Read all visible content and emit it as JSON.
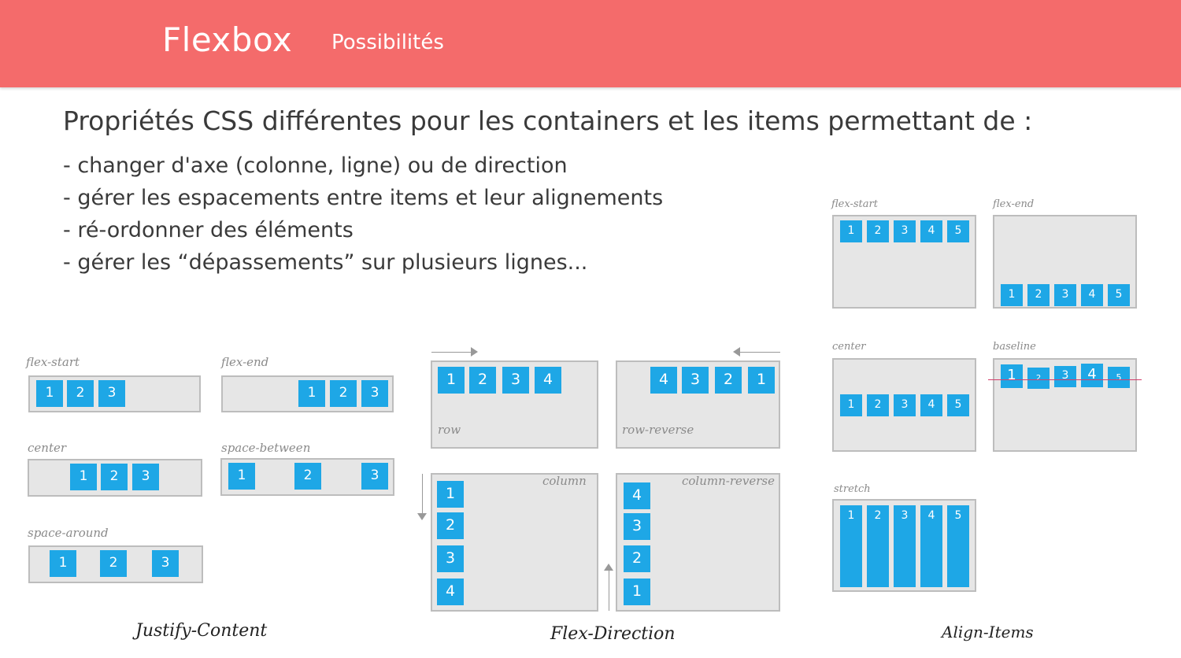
{
  "header": {
    "title": "Flexbox",
    "subtitle": "Possibilités"
  },
  "intro": "Propriétés CSS différentes pour les containers et les items permettant de :",
  "bullets": [
    "- changer d'axe (colonne, ligne) ou de direction",
    "- gérer les espacements entre items et leur alignements",
    "- ré-ordonner des éléments",
    "- gérer les “dépassements” sur plusieurs lignes..."
  ],
  "justify_content": {
    "caption": "Justify-Content",
    "examples": [
      {
        "label": "flex-start",
        "items": [
          "1",
          "2",
          "3"
        ]
      },
      {
        "label": "flex-end",
        "items": [
          "1",
          "2",
          "3"
        ]
      },
      {
        "label": "center",
        "items": [
          "1",
          "2",
          "3"
        ]
      },
      {
        "label": "space-between",
        "items": [
          "1",
          "2",
          "3"
        ]
      },
      {
        "label": "space-around",
        "items": [
          "1",
          "2",
          "3"
        ]
      }
    ]
  },
  "flex_direction": {
    "caption": "Flex-Direction",
    "examples": [
      {
        "label": "row",
        "items": [
          "1",
          "2",
          "3",
          "4"
        ]
      },
      {
        "label": "row-reverse",
        "items": [
          "4",
          "3",
          "2",
          "1"
        ]
      },
      {
        "label": "column",
        "items": [
          "1",
          "2",
          "3",
          "4"
        ]
      },
      {
        "label": "column-reverse",
        "items": [
          "4",
          "3",
          "2",
          "1"
        ]
      }
    ]
  },
  "align_items": {
    "caption": "Align-Items",
    "examples": [
      {
        "label": "flex-start",
        "items": [
          "1",
          "2",
          "3",
          "4",
          "5"
        ]
      },
      {
        "label": "flex-end",
        "items": [
          "1",
          "2",
          "3",
          "4",
          "5"
        ]
      },
      {
        "label": "center",
        "items": [
          "1",
          "2",
          "3",
          "4",
          "5"
        ]
      },
      {
        "label": "baseline",
        "items": [
          "1",
          "2",
          "3",
          "4",
          "5"
        ]
      },
      {
        "label": "stretch",
        "items": [
          "1",
          "2",
          "3",
          "4",
          "5"
        ]
      }
    ]
  },
  "colors": {
    "header": "#f46b6b",
    "item": "#1ea7e6",
    "box": "#e6e6e6",
    "baseline_marker": "#d43f6b"
  }
}
